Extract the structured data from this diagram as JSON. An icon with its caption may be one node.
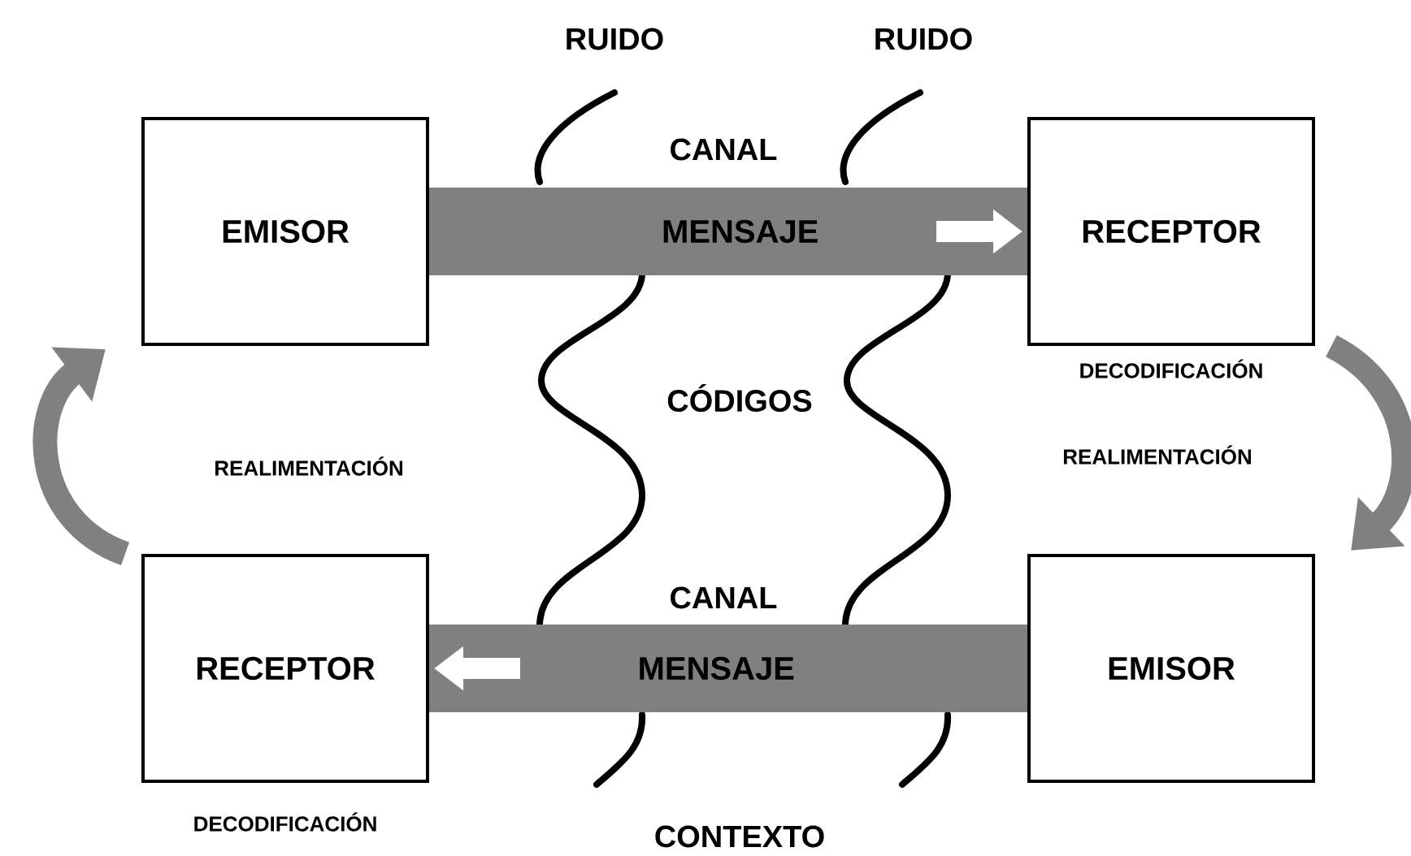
{
  "diagram": {
    "nodes": [
      {
        "text": [
          "EMISOR"
        ]
      },
      {
        "text": [
          "RECEPTOR"
        ],
        "beside": [
          "DECODIFICACIÓN"
        ]
      },
      {
        "text": [
          "RECEPTOR"
        ],
        "beside": [
          "DECODIFICACIÓN"
        ]
      },
      {
        "text": [
          "EMISOR"
        ]
      }
    ],
    "edges": [
      {
        "from": 0,
        "to": 1,
        "arrow": "to",
        "label": "MENSAJE",
        "style": "thick",
        "color": "#808080"
      },
      {
        "from": 3,
        "to": 2,
        "arrow": "to",
        "label": "MENSAJE",
        "style": "thick",
        "color": "#808080"
      },
      {
        "from": 1,
        "to": 3,
        "arrow": "to",
        "color": "#808080"
      },
      {
        "from": 2,
        "to": 0,
        "arrow": "to",
        "color": "#808080"
      }
    ],
    "labels": [
      "RUIDO",
      "RUIDO",
      "CANAL",
      "CÓDIGOS",
      "REALIMENTACIÓN",
      "REALIMENTACIÓN",
      "CANAL",
      "CONTEXTO"
    ]
  }
}
